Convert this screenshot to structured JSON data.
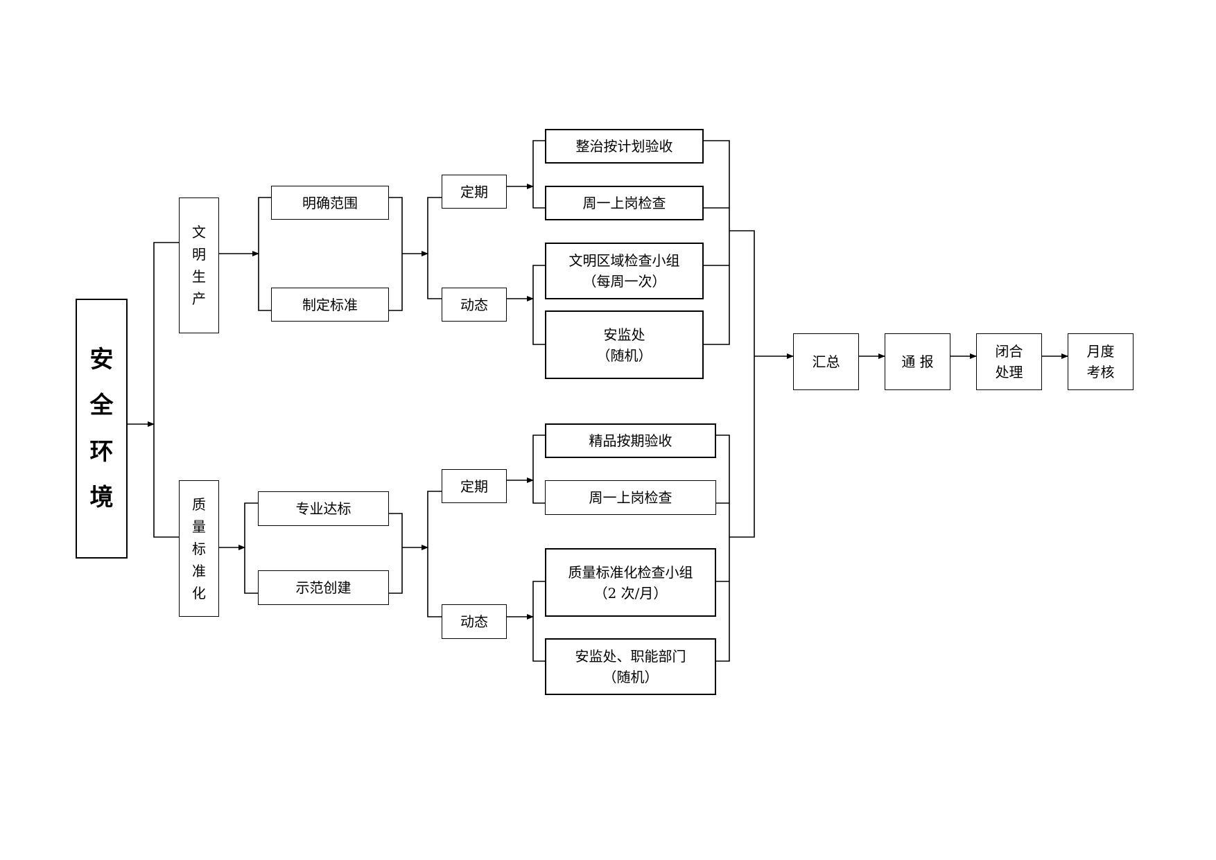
{
  "root": {
    "label": "安\n全\n环\n境"
  },
  "branches": [
    {
      "label": "文\n明\n生\n产",
      "steps": [
        "明确范围",
        "制定标准"
      ],
      "periodic": {
        "label": "定期",
        "items": [
          "整治按计划验收",
          "周一上岗检查"
        ]
      },
      "dynamic": {
        "label": "动态",
        "items": [
          "文明区域检查小组\n（每周一次）",
          "安监处\n（随机）"
        ]
      }
    },
    {
      "label": "质\n量\n标\n准\n化",
      "steps": [
        "专业达标",
        "示范创建"
      ],
      "periodic": {
        "label": "定期",
        "items": [
          "精品按期验收",
          "周一上岗检查"
        ]
      },
      "dynamic": {
        "label": "动态",
        "items": [
          "质量标准化检查小组\n（2 次/月）",
          "安监处、职能部门\n（随机）"
        ]
      }
    }
  ],
  "pipeline": [
    "汇总",
    "通  报",
    "闭合\n处理",
    "月度\n考核"
  ]
}
